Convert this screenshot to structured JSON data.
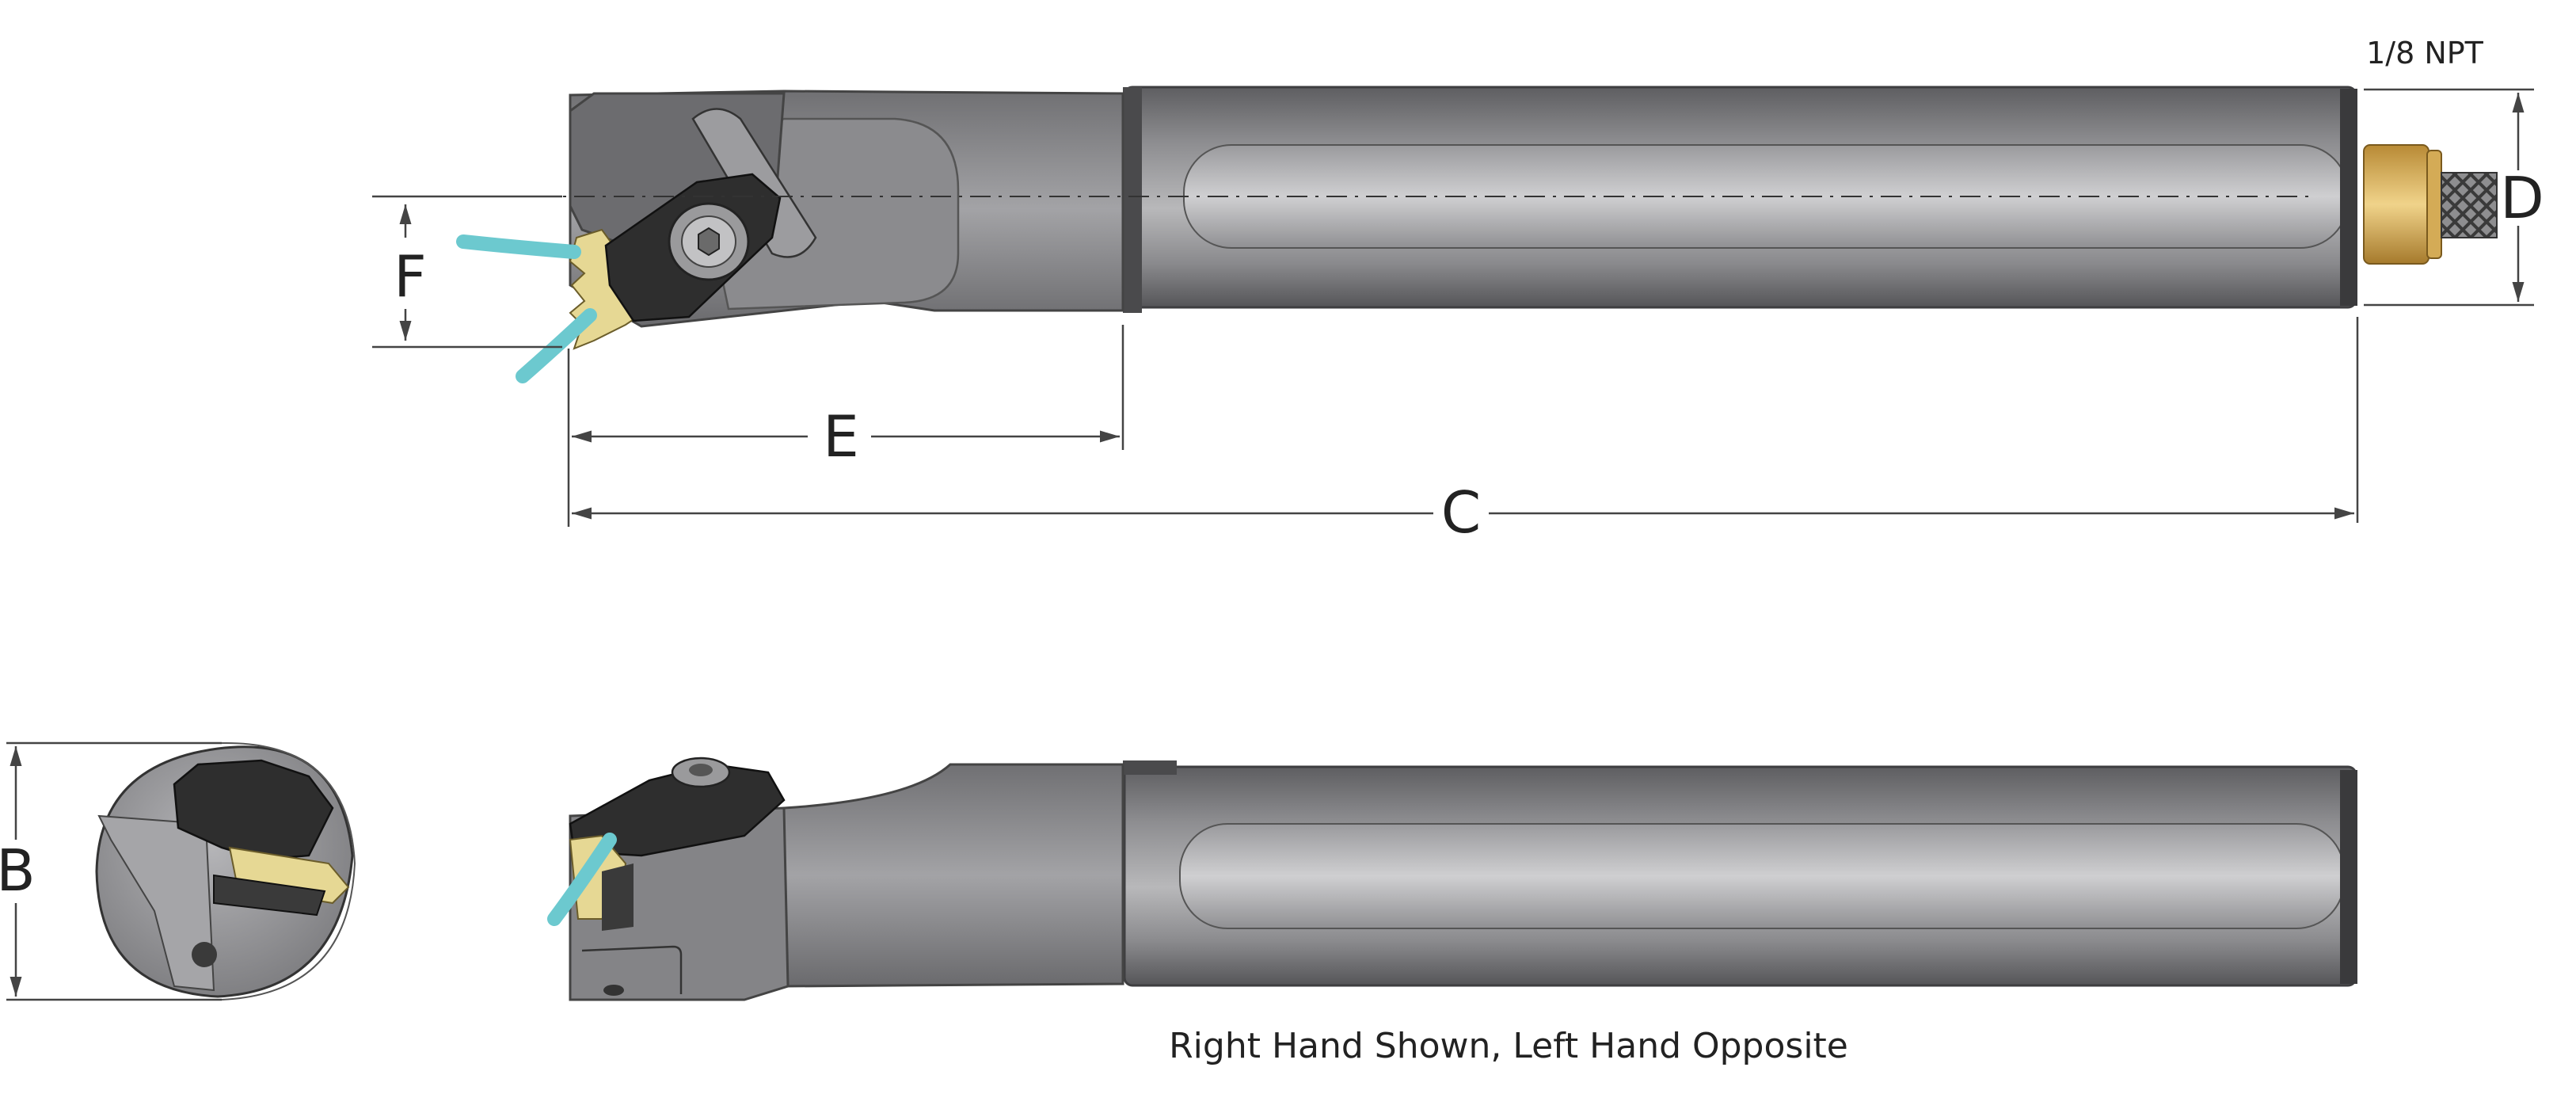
{
  "labels": {
    "f": "F",
    "e": "E",
    "c": "C",
    "d": "D",
    "b": "B",
    "npt": "1/8  NPT",
    "caption": "Right Hand Shown, Left Hand Opposite"
  },
  "colors": {
    "body_dark": "#5c5c5e",
    "body_mid": "#8a8a8d",
    "body_light": "#c8c8ca",
    "insert_black": "#2b2b2b",
    "insert_gold": "#e3d596",
    "coolant_cyan": "#6cc9cf",
    "brass": "#d9b25e",
    "dimension_line": "#444444"
  },
  "icons": {
    "fitting": "brass-coolant-fitting-icon",
    "hose": "braided-hose-icon",
    "screw": "hex-socket-screw-icon"
  }
}
